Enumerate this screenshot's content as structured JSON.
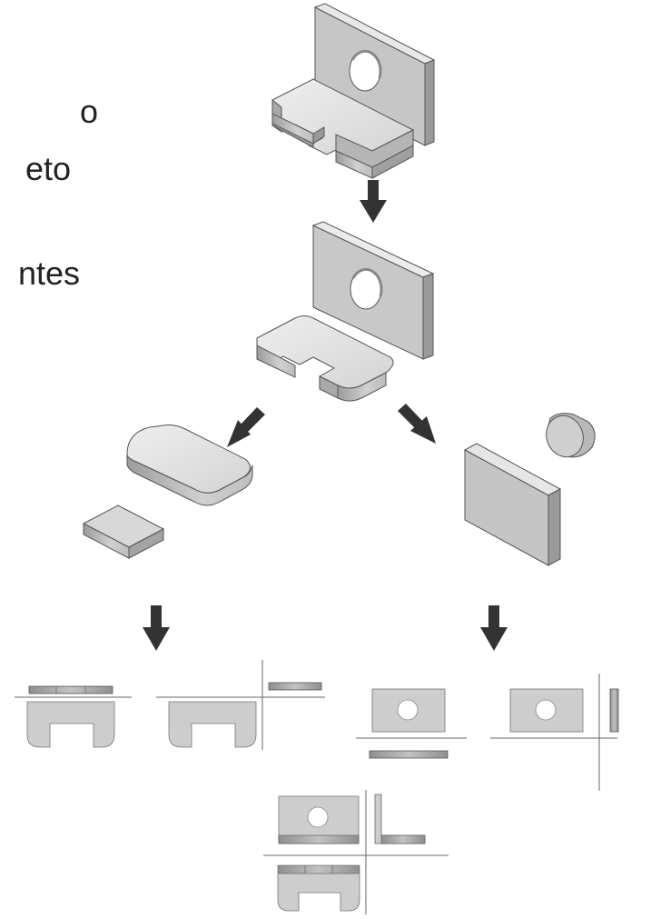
{
  "text_fragments": {
    "line1": "o",
    "line2": "eto",
    "line3": "ntes"
  },
  "colors": {
    "face_light": "#e0e0e0",
    "face_mid": "#c9c9c9",
    "face_dark": "#a2a2a2",
    "edge": "#555555",
    "arrow": "#333333",
    "view_fill": "#cdcdcd",
    "line": "#666666"
  },
  "icons": {
    "arrow": "down-arrow-icon"
  }
}
